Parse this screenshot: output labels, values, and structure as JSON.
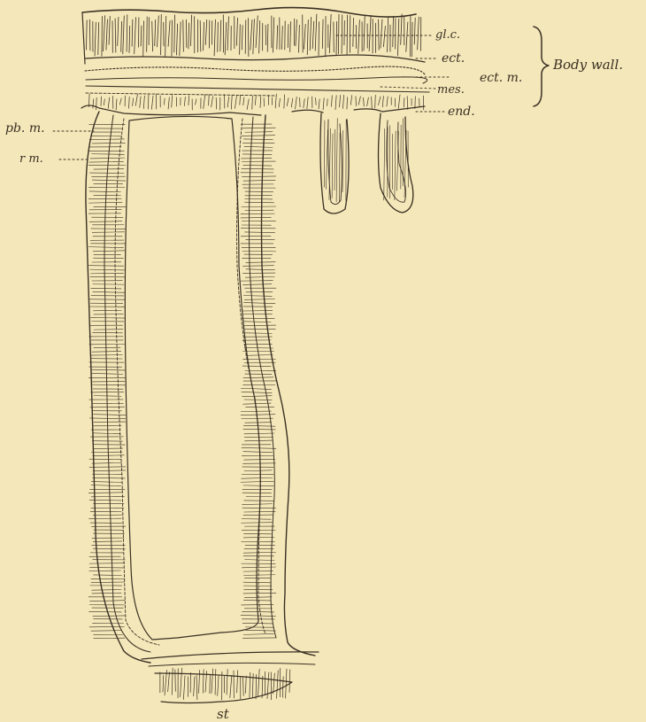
{
  "figure": {
    "labels": {
      "glc": "gl.c.",
      "ect": "ect.",
      "ect_m": "ect. m.",
      "mes": "mes.",
      "end": "end.",
      "pb_m": "pb. m.",
      "r_m": "r m.",
      "st": "st"
    },
    "group_label": "Body wall."
  },
  "colors": {
    "background": "#f4e7b9",
    "ink": "#3a3024"
  }
}
